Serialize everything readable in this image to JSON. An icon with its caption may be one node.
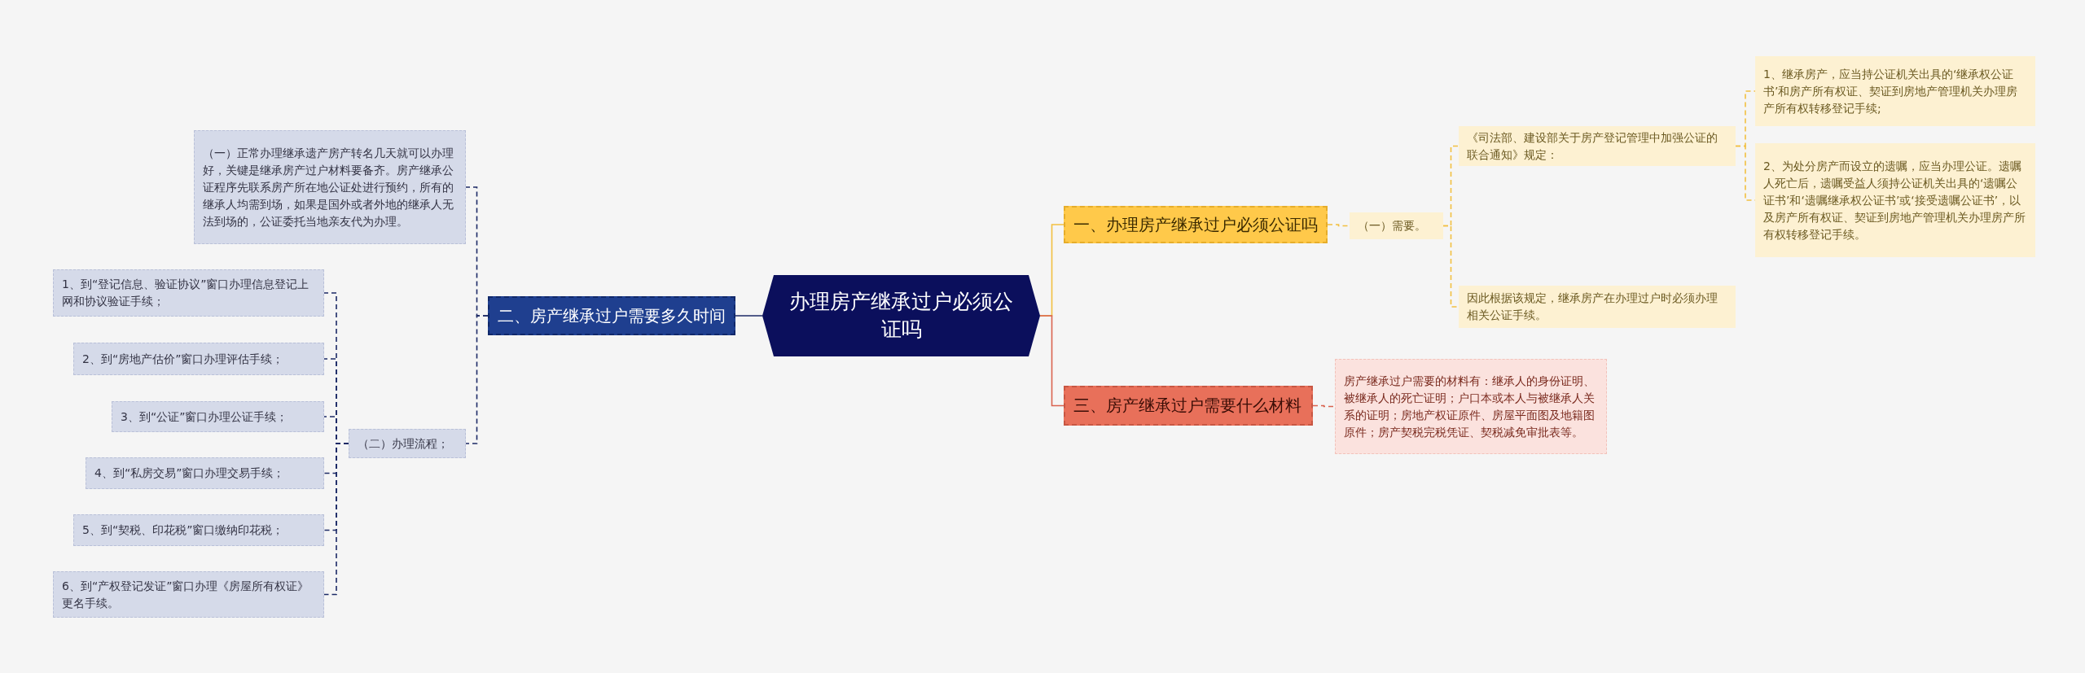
{
  "diagram": {
    "nodes": [
      {
        "text": [
          "办理房产继承过户必须公证吗"
        ]
      },
      {
        "text": [
          "一、办理房产继承过户必须公证吗"
        ]
      },
      {
        "text": [
          "（一）需要。"
        ]
      },
      {
        "text": [
          "《司法部、建设部关于房产登记管理中加强公证的联合通知》规定："
        ]
      },
      {
        "text": [
          "1、继承房产，应当持公证机关出具的‘继承权公证书’和房产所有权证、契证到房地产管理机关办理房产所有权转移登记手续;"
        ]
      },
      {
        "text": [
          "2、为处分房产而设立的遗嘱，应当办理公证。遗嘱人死亡后，遗嘱受益人须持公证机关出具的‘遗嘱公证书’和‘遗嘱继承权公证书’或‘接受遗嘱公证书’，以及房产所有权证、契证到房地产管理机关办理房产所有权转移登记手续。"
        ]
      },
      {
        "text": [
          "因此根据该规定，继承房产在办理过户时必须办理相关公证手续。"
        ]
      },
      {
        "text": [
          "三、房产继承过户需要什么材料"
        ]
      },
      {
        "text": [
          "房产继承过户需要的材料有：继承人的身份证明、被继承人的死亡证明；户口本或本人与被继承人关系的证明；房地产权证原件、房屋平面图及地籍图原件；房产契税完税凭证、契税减免审批表等。"
        ]
      },
      {
        "text": [
          "二、房产继承过户需要多久时间"
        ]
      },
      {
        "text": [
          "（一）正常办理继承遗产房产转名几天就可以办理好，关键是继承房产过户材料要备齐。房产继承公证程序先联系房产所在地公证处进行预约，所有的继承人均需到场，如果是国外或者外地的继承人无法到场的，公证委托当地亲友代为办理。"
        ]
      },
      {
        "text": [
          "（二）办理流程；"
        ]
      },
      {
        "text": [
          "1、到“登记信息、验证协议”窗口办理信息登记上网和协议验证手续；"
        ]
      },
      {
        "text": [
          "2、到“房地产估价”窗口办理评估手续；"
        ]
      },
      {
        "text": [
          "3、到“公证”窗口办理公证手续；"
        ]
      },
      {
        "text": [
          "4、到“私房交易”窗口办理交易手续；"
        ]
      },
      {
        "text": [
          "5、到“契税、印花税”窗口缴纳印花税；"
        ]
      },
      {
        "text": [
          "6、到“产权登记发证”窗口办理《房屋所有权证》更名手续。"
        ]
      }
    ],
    "edges": [
      {
        "from": 0,
        "to": 1,
        "arrow": "none",
        "color": "#f2c040"
      },
      {
        "from": 1,
        "to": 2,
        "arrow": "none",
        "style": "dashed",
        "color": "#f2c040"
      },
      {
        "from": 2,
        "to": 3,
        "arrow": "none",
        "style": "dashed",
        "color": "#f2c040"
      },
      {
        "from": 3,
        "to": 4,
        "arrow": "none",
        "style": "dashed",
        "color": "#f2c040"
      },
      {
        "from": 3,
        "to": 5,
        "arrow": "none",
        "style": "dashed",
        "color": "#f2c040"
      },
      {
        "from": 2,
        "to": 6,
        "arrow": "none",
        "style": "dashed",
        "color": "#f2c040"
      },
      {
        "from": 0,
        "to": 7,
        "arrow": "none",
        "color": "#d9634f"
      },
      {
        "from": 7,
        "to": 8,
        "arrow": "none",
        "style": "dashed",
        "color": "#d9634f"
      },
      {
        "from": 0,
        "to": 9,
        "arrow": "none"
      },
      {
        "from": 9,
        "to": 10,
        "arrow": "none",
        "style": "dashed"
      },
      {
        "from": 9,
        "to": 11,
        "arrow": "none",
        "style": "dashed"
      },
      {
        "from": 11,
        "to": 12,
        "arrow": "none",
        "style": "dashed"
      },
      {
        "from": 11,
        "to": 13,
        "arrow": "none",
        "style": "dashed"
      },
      {
        "from": 11,
        "to": 14,
        "arrow": "none",
        "style": "dashed"
      },
      {
        "from": 11,
        "to": 15,
        "arrow": "none",
        "style": "dashed"
      },
      {
        "from": 11,
        "to": 16,
        "arrow": "none",
        "style": "dashed"
      },
      {
        "from": 11,
        "to": 17,
        "arrow": "none",
        "style": "dashed"
      }
    ]
  }
}
